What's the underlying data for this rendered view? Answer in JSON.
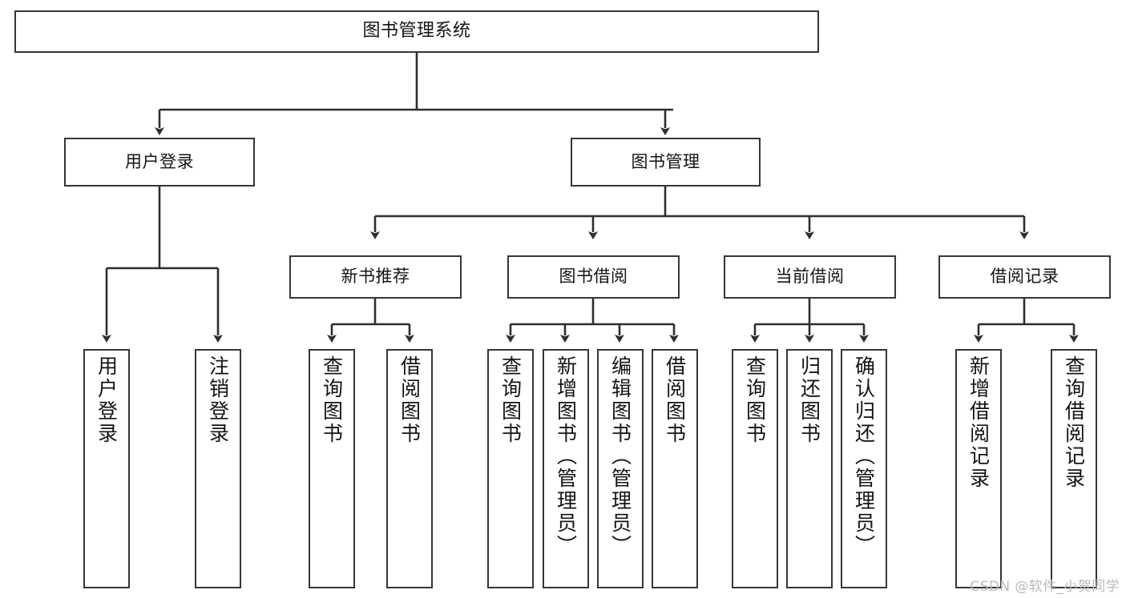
{
  "diagram": {
    "type": "tree",
    "title": "图书管理系统",
    "watermark": "CSDN @软件_小贺同学",
    "colors": {
      "box_border": "#33373b",
      "box_fill": "#ffffff",
      "edge": "#2b2f33",
      "text": "#141414",
      "watermark": "#b9b9b9",
      "background": "#ffffff"
    },
    "root": {
      "label": "图书管理系统"
    },
    "level2": [
      {
        "label": "用户登录"
      },
      {
        "label": "图书管理"
      }
    ],
    "level3": [
      {
        "label": "新书推荐"
      },
      {
        "label": "图书借阅"
      },
      {
        "label": "当前借阅"
      },
      {
        "label": "借阅记录"
      }
    ],
    "leaves": {
      "user_login": [
        {
          "label": "用户登录"
        },
        {
          "label": "注销登录"
        }
      ],
      "new_book_recommend": [
        {
          "label": "查询图书"
        },
        {
          "label": "借阅图书"
        }
      ],
      "book_borrow": [
        {
          "label": "查询图书"
        },
        {
          "label": "新增图书（管理员）"
        },
        {
          "label": "编辑图书（管理员）"
        },
        {
          "label": "借阅图书"
        }
      ],
      "current_borrow": [
        {
          "label": "查询图书"
        },
        {
          "label": "归还图书"
        },
        {
          "label": "确认归还（管理员）"
        }
      ],
      "borrow_records": [
        {
          "label": "新增借阅记录"
        },
        {
          "label": "查询借阅记录"
        }
      ]
    }
  }
}
